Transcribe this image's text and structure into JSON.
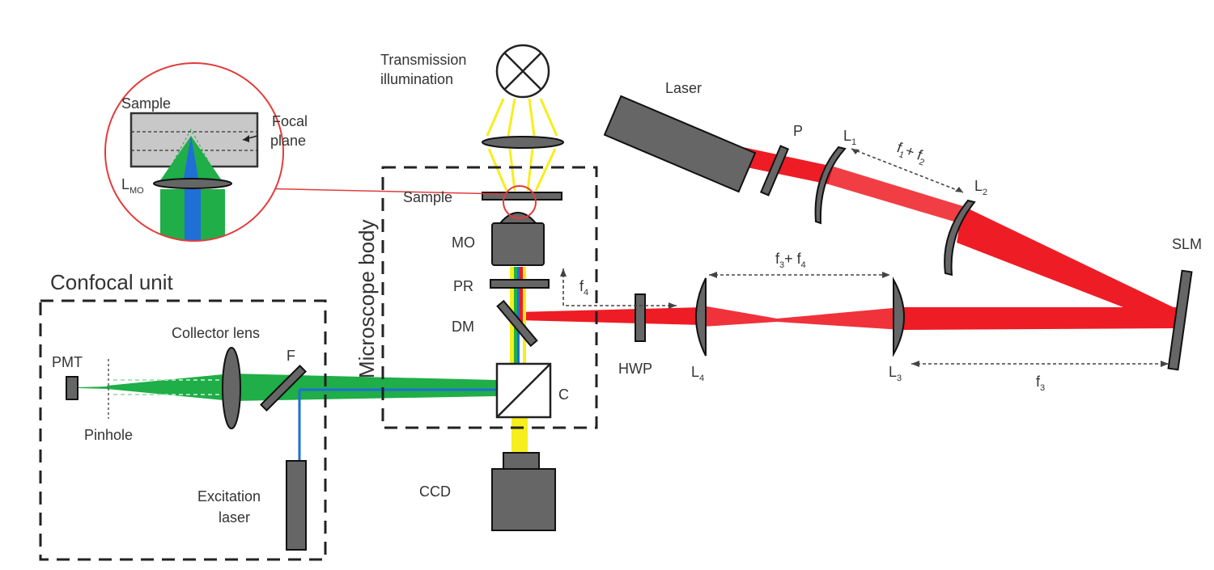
{
  "labels": {
    "transmission_illumination_1": "Transmission",
    "transmission_illumination_2": "illumination",
    "laser": "Laser",
    "polarizer": "P",
    "lens_1": "L",
    "lens_1_sub": "1",
    "lens_2": "L",
    "lens_2_sub": "2",
    "f1_plus_f2": "f",
    "f1_sub": "1",
    "f1_plus": "+ f",
    "f2_sub": "2",
    "slm": "SLM",
    "f3_plus_f4": "f",
    "f3_sub": "3",
    "f3_plus": "+ f",
    "f4_sub": "4",
    "f4": "f",
    "f4_only_sub": "4",
    "hwp": "HWP",
    "lens_4": "L",
    "lens_4_sub": "4",
    "lens_3": "L",
    "lens_3_sub": "3",
    "f3": "f",
    "f3_only_sub": "3",
    "sample": "Sample",
    "mo": "MO",
    "pr": "PR",
    "dm": "DM",
    "c": "C",
    "ccd": "CCD",
    "microscope_body": "Microscope body",
    "confocal_unit": "Confocal unit",
    "pmt": "PMT",
    "pinhole": "Pinhole",
    "collector_lens": "Collector lens",
    "filter": "F",
    "excitation_laser_1": "Excitation",
    "excitation_laser_2": "laser",
    "inset_sample": "Sample",
    "inset_focal_1": "Focal",
    "inset_focal_2": "plane",
    "inset_lens": "L",
    "inset_lens_sub": "MO"
  },
  "colors": {
    "red_beam": "#ee1c25",
    "green_beam": "#1fae48",
    "blue_beam": "#1f6fd6",
    "yellow_beam": "#f6ee1d",
    "inset_circle": "#e23c3c",
    "optic_gray": "#666666"
  }
}
